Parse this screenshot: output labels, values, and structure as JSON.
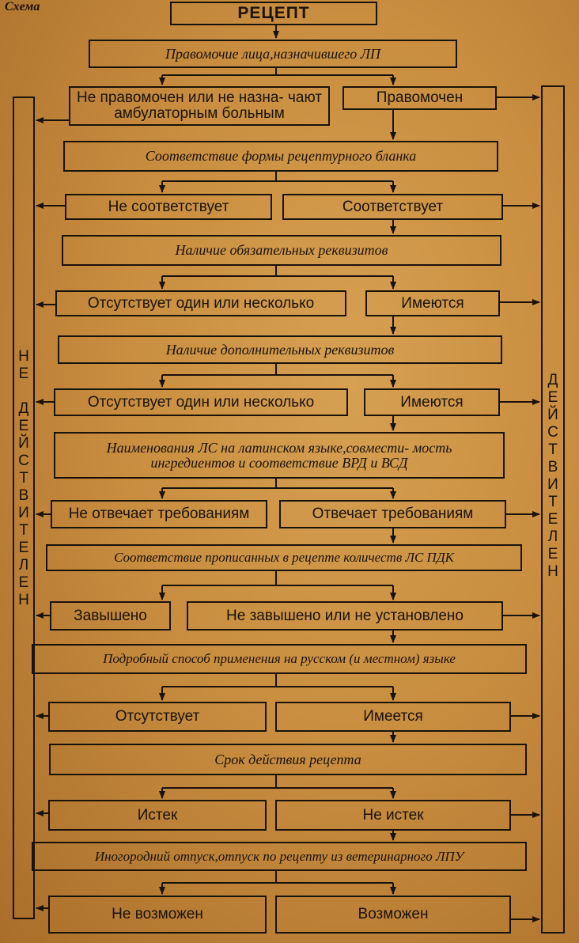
{
  "header": {
    "caption": "Схема"
  },
  "flow": {
    "title": "РЕЦЕПТ",
    "q1": "Правомочие лица,назначившего ЛП",
    "q1_no": "Не правомочен или не назна- чают амбулаторным больным",
    "q1_yes": "Правомочен",
    "q2": "Соответствие формы рецептурного бланка",
    "q2_no": "Не соответствует",
    "q2_yes": "Соответствует",
    "q3": "Наличие обязательных реквизитов",
    "q3_no": "Отсутствует один или несколько",
    "q3_yes": "Имеются",
    "q4": "Наличие дополнительных реквизитов",
    "q4_no": "Отсутствует один или несколько",
    "q4_yes": "Имеются",
    "q5": "Наименования ЛС на латинском языке,совмести- мость ингредиентов и соответствие ВРД и ВСД",
    "q5_no": "Не отвечает требованиям",
    "q5_yes": "Отвечает требованиям",
    "q6": "Соответствие прописанных в рецепте количеств ЛС ПДК",
    "q6_no": "Завышено",
    "q6_yes": "Не завышено или не установлено",
    "q7": "Подробный способ применения на русском (и местном) языке",
    "q7_no": "Отсутствует",
    "q7_yes": "Имеется",
    "q8": "Срок действия рецепта",
    "q8_no": "Истек",
    "q8_yes": "Не истек",
    "q9": "Иногородний отпуск,отпуск по рецепту из ветеринарного ЛПУ",
    "q9_no": "Не возможен",
    "q9_yes": "Возможен"
  },
  "side": {
    "invalid": "Не действителен",
    "valid": "Действителен"
  }
}
